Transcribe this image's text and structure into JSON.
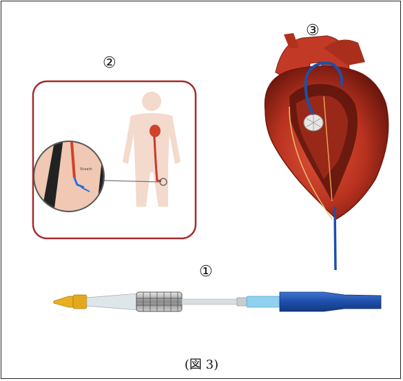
{
  "markers": {
    "one": "①",
    "two": "②",
    "three": "③"
  },
  "inset": {
    "sheath_label": "Sheath"
  },
  "caption": "(図 3)",
  "colors": {
    "inset_border": "#a52a2a",
    "catheter_blue": "#1f4fa8",
    "catheter_light": "#8fd1ee",
    "tip_yellow": "#e8b020",
    "heart_red": "#b8321f",
    "heart_dark": "#7a1d12"
  }
}
